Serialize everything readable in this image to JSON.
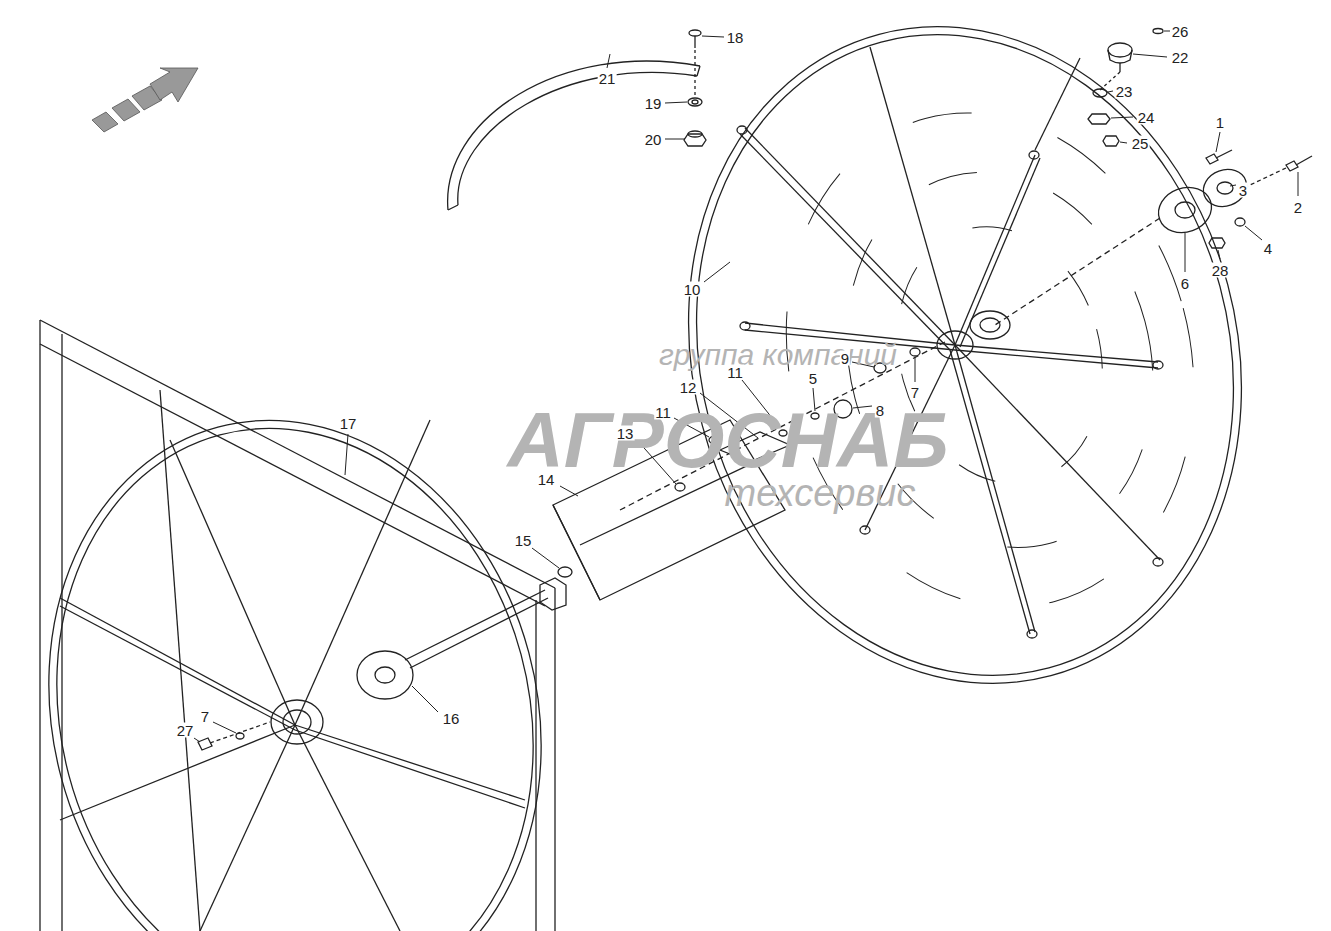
{
  "diagram": {
    "labels": [
      "26",
      "18",
      "22",
      "21",
      "23",
      "19",
      "24",
      "1",
      "20",
      "25",
      "3",
      "2",
      "4",
      "28",
      "6",
      "10",
      "группа компаний",
      "9",
      "11",
      "5",
      "12",
      "7",
      "8",
      "11",
      "17",
      "13",
      "АГРОСНАБ",
      "14",
      "техсервис",
      "15",
      "16",
      "7",
      "27"
    ]
  }
}
